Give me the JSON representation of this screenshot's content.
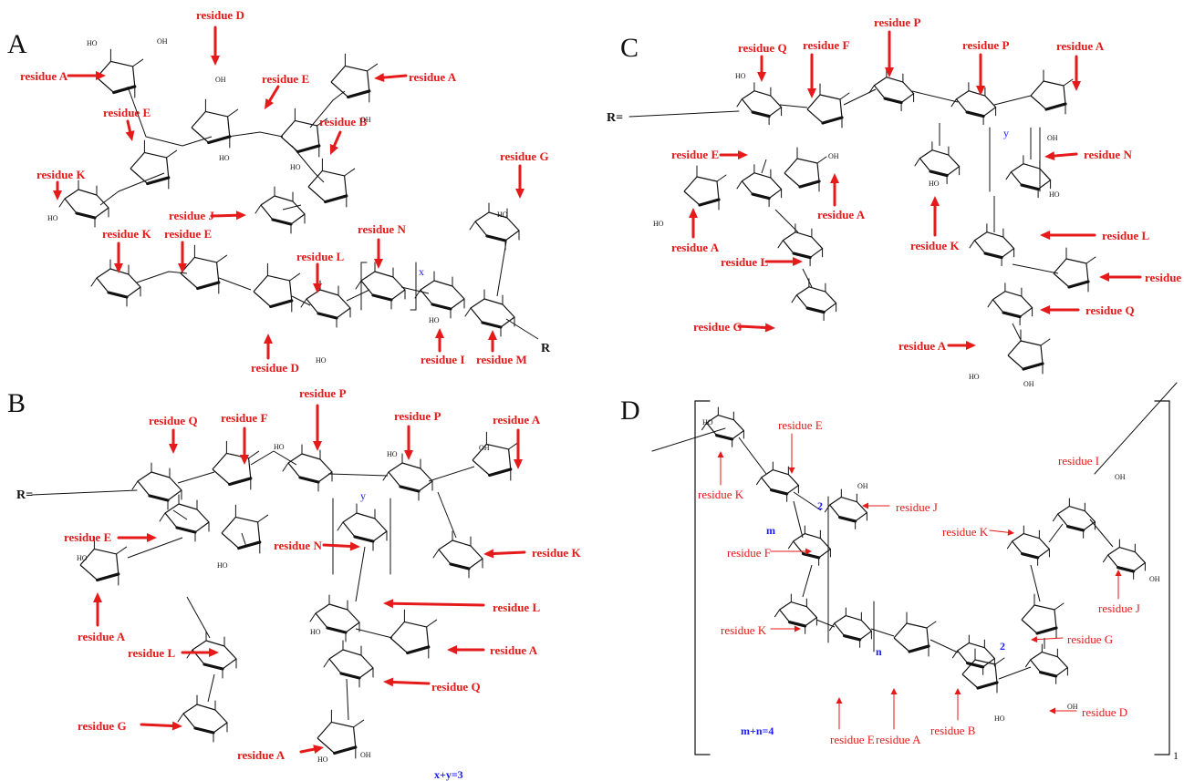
{
  "colors": {
    "arrow": "#e51a1a",
    "bond": "#111111",
    "note": "#1a1aff"
  },
  "panels": {
    "A": "A",
    "B": "B",
    "C": "C",
    "D": "D"
  },
  "panel_A": {
    "labels": [
      "residue D",
      "residue A",
      "residue E",
      "residue A",
      "residue E",
      "residue B",
      "residue K",
      "residue G",
      "residue J",
      "residue K",
      "residue E",
      "residue L",
      "residue N",
      "residue D",
      "residue I",
      "residue M"
    ],
    "subscript_x": "x",
    "r_end": "R"
  },
  "panel_B": {
    "labels": [
      "residue P",
      "residue Q",
      "residue F",
      "residue P",
      "residue A",
      "residue E",
      "residue N",
      "residue K",
      "residue A",
      "residue L",
      "residue L",
      "residue A",
      "residue Q",
      "residue G",
      "residue A"
    ],
    "r_prefix": "R=",
    "subscript_y": "y",
    "footnote": "x+y=3"
  },
  "panel_C": {
    "labels": [
      "residue P",
      "residue Q",
      "residue F",
      "residue P",
      "residue A",
      "residue E",
      "residue N",
      "residue A",
      "residue K",
      "residue A",
      "residue L",
      "residue L",
      "residue A",
      "residue Q",
      "residue G",
      "residue A"
    ],
    "r_prefix": "R=",
    "subscript_y": "y"
  },
  "panel_D": {
    "labels": [
      "residue E",
      "residue K",
      "residue J",
      "residue I",
      "residue F",
      "residue K",
      "residue J",
      "residue K",
      "residue G",
      "residue E",
      "residue A",
      "residue B",
      "residue D"
    ],
    "sub_m": "m",
    "sub_n": "n",
    "sub_2a": "2",
    "sub_2b": "2",
    "footnote": "m+n=4",
    "repeat": "1"
  },
  "oh": "OH",
  "ho": "HO"
}
